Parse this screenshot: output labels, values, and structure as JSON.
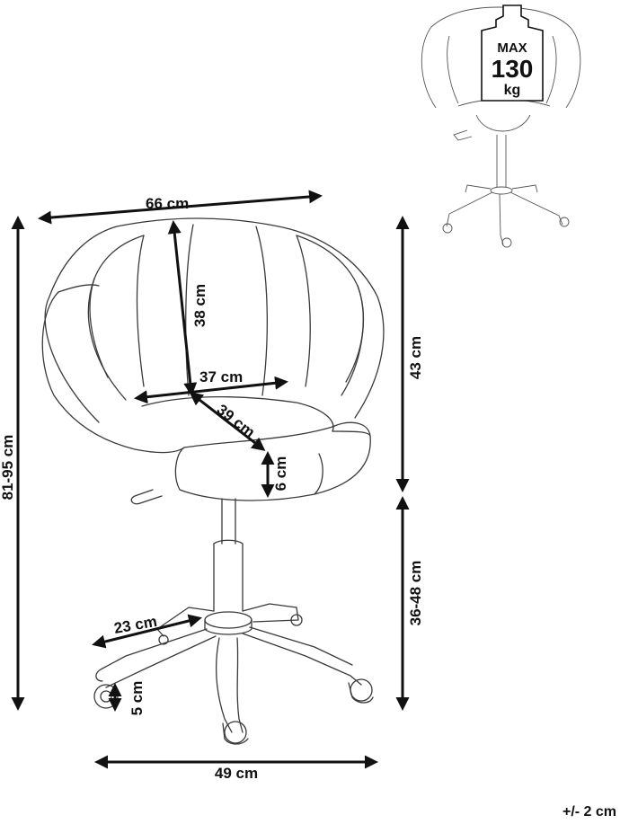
{
  "dimensions": {
    "total_height": "81-95 cm",
    "width": "66 cm",
    "backrest_height": "38 cm",
    "seat_width": "37 cm",
    "seat_depth": "39 cm",
    "seat_thickness": "6 cm",
    "backrest_side_height": "43 cm",
    "seat_height": "36-48 cm",
    "leg_length": "23 cm",
    "caster_height": "5 cm",
    "base_width": "49 cm"
  },
  "load_badge": {
    "max": "MAX",
    "value": "130",
    "unit": "kg"
  },
  "tolerance": "+/- 2 cm"
}
